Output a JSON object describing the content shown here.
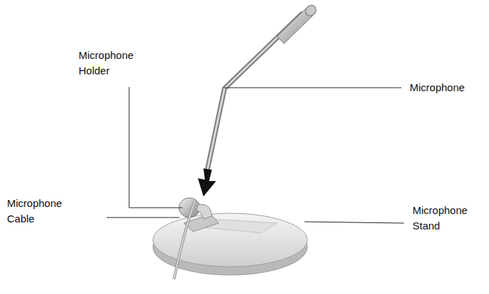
{
  "diagram": {
    "labels": [
      "Microphone",
      "Microphone Holder",
      "Microphone Cable",
      "Microphone Stand"
    ]
  }
}
